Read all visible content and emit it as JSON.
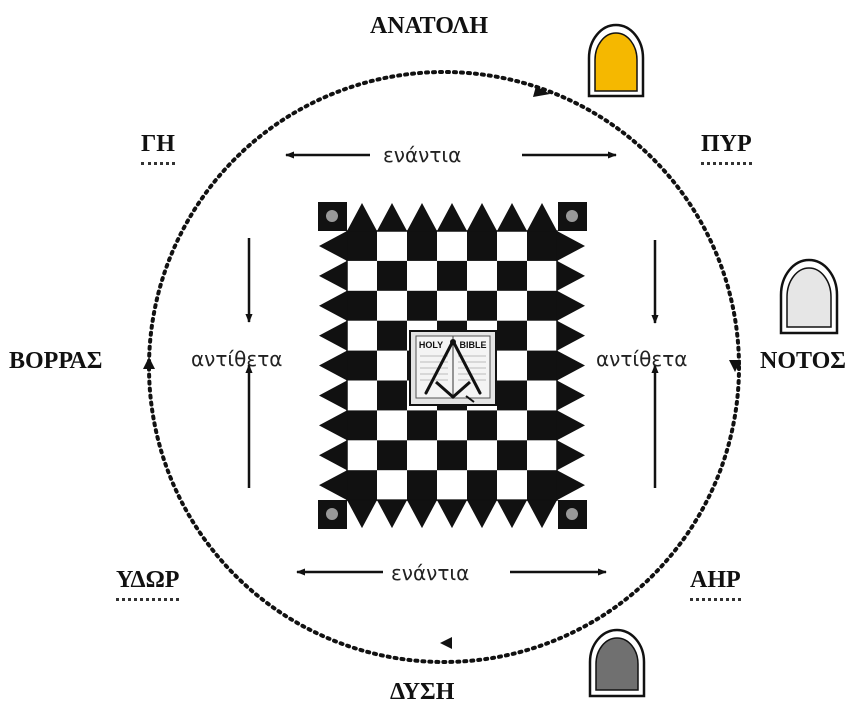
{
  "directions": {
    "east": "ΑΝΑΤΟΛΗ",
    "south": "ΝΟΤΟΣ",
    "west": "ΔΥΣΗ",
    "north": "ΒΟΡΡΑΣ"
  },
  "elements": {
    "earth": "ΓΗ",
    "fire": "ΠΥΡ",
    "water": "ΥΔΩΡ",
    "air": "ΑΗΡ"
  },
  "relations": {
    "top": "ενάντια",
    "bottom": "ενάντια",
    "left": "αντίθετα",
    "right": "αντίθετα"
  },
  "center_book": {
    "left_page": "HOLY",
    "right_page": "BIBLE"
  },
  "colors": {
    "east_door": "#F5B800",
    "south_door": "#E6E6E6",
    "west_door": "#707070"
  },
  "icons": {
    "doors": "arched-doorway-icon",
    "center": "square-and-compass-on-bible-icon"
  }
}
